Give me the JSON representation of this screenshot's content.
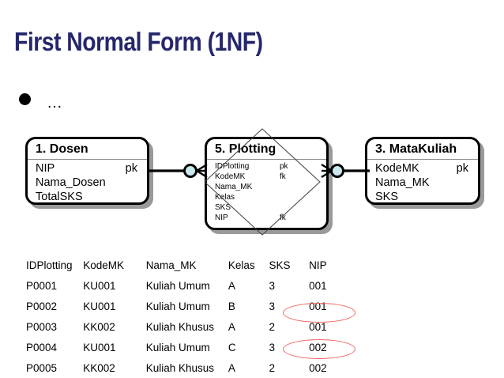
{
  "slide": {
    "title": "First Normal Form (1NF)",
    "title_color": "#26276b",
    "bullet": {
      "marker": "filled-circle-bullet",
      "text": "…"
    }
  },
  "diagram": {
    "entities": [
      {
        "id": "dosen",
        "title": "1. Dosen",
        "fields": [
          {
            "name": "NIP",
            "key": "pk"
          },
          {
            "name": "Nama_Dosen",
            "key": ""
          },
          {
            "name": "TotalSKS",
            "key": ""
          }
        ]
      },
      {
        "id": "plotting",
        "title": "5. Plotting",
        "fields": [
          {
            "name": "IDPlotting",
            "key": "pk"
          },
          {
            "name": "KodeMK",
            "key": "fk"
          },
          {
            "name": "Nama_MK",
            "key": ""
          },
          {
            "name": "Kelas",
            "key": ""
          },
          {
            "name": "SKS",
            "key": ""
          },
          {
            "name": "NIP",
            "key": "fk"
          }
        ]
      },
      {
        "id": "matakuliah",
        "title": "3. MataKuliah",
        "fields": [
          {
            "name": "KodeMK",
            "key": "pk"
          },
          {
            "name": "Nama_MK",
            "key": ""
          },
          {
            "name": "SKS",
            "key": ""
          }
        ]
      }
    ],
    "relationship_shape": "diamond",
    "connectors": [
      {
        "id": "dosen-plotting",
        "left_symbol": "circle-optional",
        "right_symbol": "crowsfoot-many"
      },
      {
        "id": "plotting-matakuliah",
        "left_symbol": "crowsfoot-many",
        "right_symbol": "circle-optional"
      }
    ]
  },
  "table": {
    "headers": [
      "IDPlotting",
      "KodeMK",
      "Nama_MK",
      "Kelas",
      "SKS",
      "NIP"
    ],
    "rows": [
      [
        "P0001",
        "KU001",
        "Kuliah Umum",
        "A",
        "3",
        "001"
      ],
      [
        "P0002",
        "KU001",
        "Kuliah Umum",
        "B",
        "3",
        "001"
      ],
      [
        "P0003",
        "KK002",
        "Kuliah Khusus",
        "A",
        "2",
        "001"
      ],
      [
        "P0004",
        "KU001",
        "Kuliah Umum",
        "C",
        "3",
        "002"
      ],
      [
        "P0005",
        "KK002",
        "Kuliah Khusus",
        "A",
        "2",
        "002"
      ]
    ],
    "highlights": [
      {
        "row": 2,
        "column": 5,
        "color": "#ef6a60",
        "shape": "ellipse"
      },
      {
        "row": 4,
        "column": 5,
        "color": "#ef6a60",
        "shape": "ellipse"
      }
    ]
  }
}
